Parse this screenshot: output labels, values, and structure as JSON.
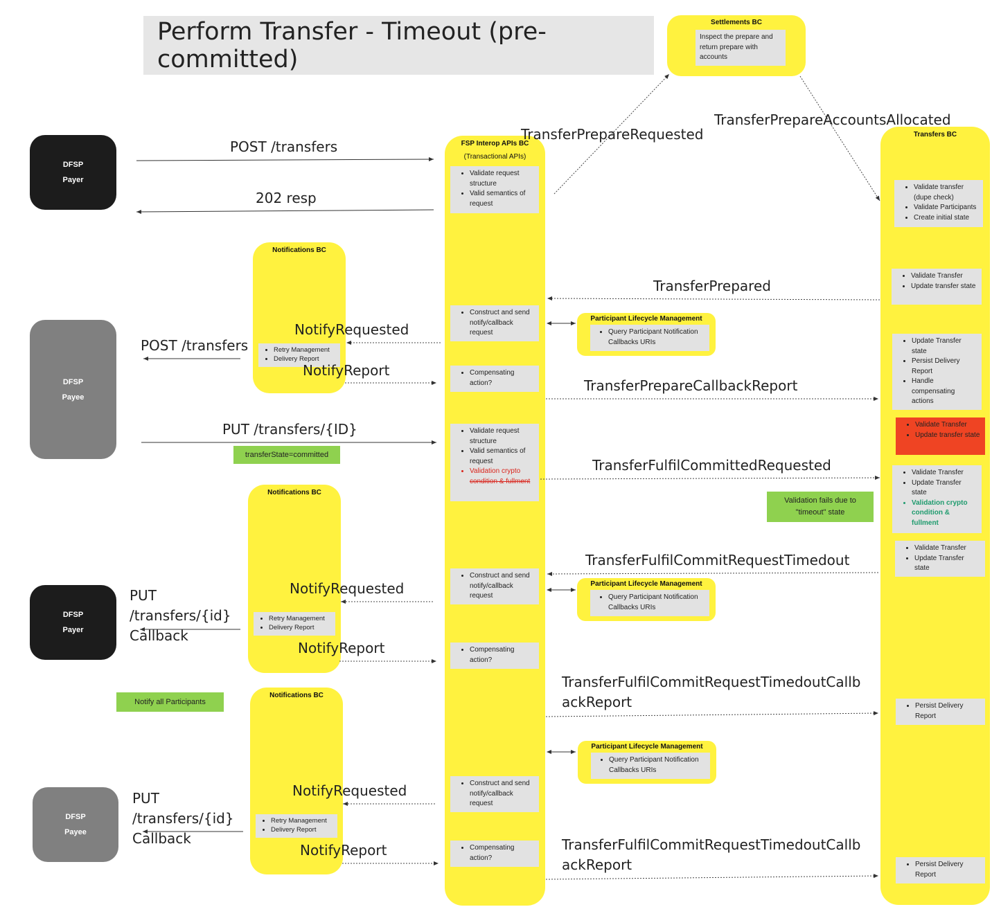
{
  "title": "Perform Transfer - Timeout (pre-committed)",
  "dfsp": {
    "payer_label": "DFSP",
    "payer_role": "Payer",
    "payee_label": "DFSP",
    "payee_role": "Payee"
  },
  "settlements": {
    "header": "Settlements BC",
    "text": "Inspect the prepare and return prepare with accounts"
  },
  "fsp_interop": {
    "header": "FSP Interop APIs BC",
    "subheader": "(Transactional APIs)",
    "box1": [
      "Validate request structure",
      "Valid semantics of request"
    ],
    "box2": [
      "Construct and send notify/callback request"
    ],
    "box3": [
      "Compensating action?"
    ],
    "box4": [
      "Validate request structure",
      "Valid semantics of request"
    ],
    "box4_red": "Validation crypto",
    "box4_strike": "condition & fullment",
    "box5": [
      "Construct and send notify/callback request"
    ],
    "box6": [
      "Compensating action?"
    ],
    "box7": [
      "Construct and send notify/callback request"
    ],
    "box8": [
      "Compensating action?"
    ]
  },
  "transfers": {
    "header": "Transfers BC",
    "box1": [
      "Validate transfer (dupe check)",
      "Validate Participants",
      "Create initial state"
    ],
    "box2": [
      "Validate Transfer",
      "Update transfer state"
    ],
    "box3": [
      "Update Transfer state",
      "Persist Delivery Report",
      "Handle compensating actions"
    ],
    "box4": [
      "Validate Transfer",
      "Update transfer state"
    ],
    "box5": [
      "Validate Transfer",
      "Update Transfer state"
    ],
    "box5_green": "Validation crypto condition & fullment",
    "box6": [
      "Validate Transfer",
      "Update Transfer state"
    ],
    "box7": [
      "Persist Delivery Report"
    ],
    "box8": [
      "Persist Delivery Report"
    ]
  },
  "notifications": {
    "header": "Notifications BC",
    "items": [
      "Retry Management",
      "Delivery Report"
    ]
  },
  "plm": {
    "header": "Participant Lifecycle Management",
    "items": [
      "Query Participant Notification Callbacks URIs"
    ]
  },
  "notes": {
    "committed": "transferState=committed",
    "timeout": "Validation fails due to \"timeout\" state",
    "notify_all": "Notify all Participants"
  },
  "labels": {
    "post_transfers": "POST /transfers",
    "resp_202": "202 resp",
    "prepare_requested": "TransferPrepareRequested",
    "prepare_accounts": "TransferPrepareAccountsAllocated",
    "prepared": "TransferPrepared",
    "notify_requested": "NotifyRequested",
    "notify_report": "NotifyReport",
    "post_transfers_payee": "POST /transfers",
    "prepare_callback_report": "TransferPrepareCallbackReport",
    "put_transfers": "PUT /transfers/{ID}",
    "fulfil_committed_requested": "TransferFulfilCommittedRequested",
    "commit_timedout": "TransferFulfilCommitRequestTimedout",
    "put_callback": "PUT /transfers/{id}\nCallback",
    "timedout_callback_report": "TransferFulfilCommitRequestTimedoutCallbackReport"
  },
  "colors": {
    "yellow": "#fff23f",
    "grey_box": "#e2e2e2",
    "green_note": "#8fd14f",
    "red_box": "#ef4423",
    "payer": "#1c1c1c",
    "payee": "#808080"
  }
}
